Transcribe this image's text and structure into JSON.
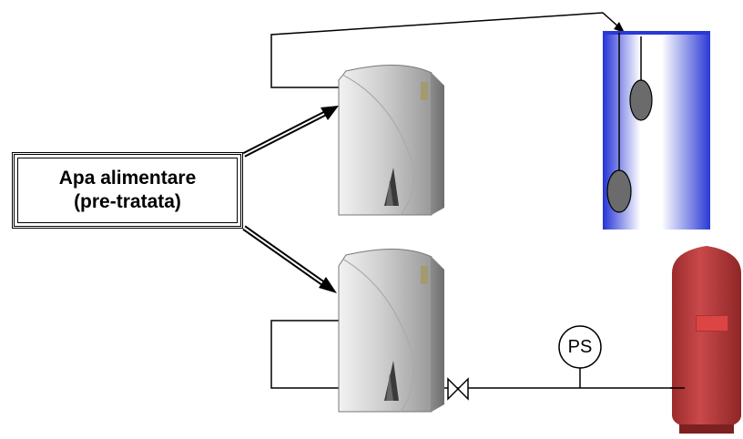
{
  "feed_box": {
    "line1": "Apa alimentare",
    "line2": "(pre-tratata)"
  },
  "pressure_switch": {
    "label": "PS"
  },
  "components": {
    "upper_unit": "water-treatment-unit-icon",
    "lower_unit": "water-treatment-unit-icon",
    "storage_tank": "blue-storage-tank-icon",
    "pressure_vessel": "red-pressure-vessel-icon",
    "valve": "gate-valve-icon"
  },
  "colors": {
    "tank_blue": "#2d3fd8",
    "vessel_red": "#b8393a",
    "unit_gray": "#b9b9b9",
    "line": "#000000"
  }
}
